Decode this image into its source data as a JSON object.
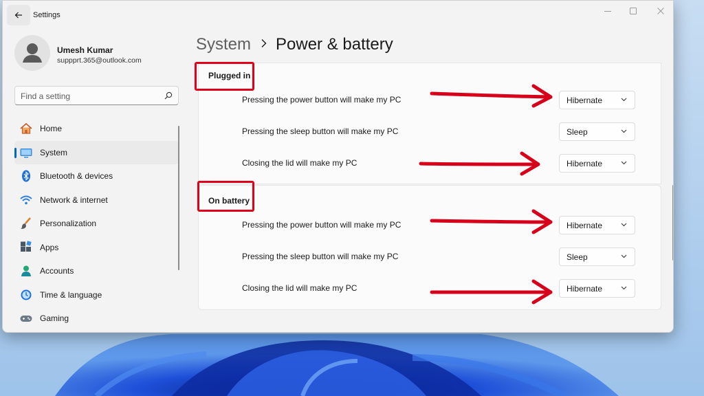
{
  "window": {
    "title": "Settings"
  },
  "user": {
    "name": "Umesh Kumar",
    "email": "suppprt.365@outlook.com"
  },
  "search": {
    "placeholder": "Find a setting"
  },
  "nav": {
    "items": [
      {
        "label": "Home",
        "icon": "home-icon",
        "active": false
      },
      {
        "label": "System",
        "icon": "system-icon",
        "active": true
      },
      {
        "label": "Bluetooth & devices",
        "icon": "bluetooth-icon",
        "active": false
      },
      {
        "label": "Network & internet",
        "icon": "network-icon",
        "active": false
      },
      {
        "label": "Personalization",
        "icon": "brush-icon",
        "active": false
      },
      {
        "label": "Apps",
        "icon": "apps-icon",
        "active": false
      },
      {
        "label": "Accounts",
        "icon": "accounts-icon",
        "active": false
      },
      {
        "label": "Time & language",
        "icon": "time-language-icon",
        "active": false
      },
      {
        "label": "Gaming",
        "icon": "gaming-icon",
        "active": false
      }
    ]
  },
  "breadcrumb": {
    "parent": "System",
    "current": "Power & battery"
  },
  "plugged_in": {
    "title": "Plugged in",
    "rows": [
      {
        "label": "Pressing the power button will make my PC",
        "value": "Hibernate"
      },
      {
        "label": "Pressing the sleep button will make my PC",
        "value": "Sleep"
      },
      {
        "label": "Closing the lid will make my PC",
        "value": "Hibernate"
      }
    ]
  },
  "on_battery": {
    "title": "On battery",
    "rows": [
      {
        "label": "Pressing the power button will make my PC",
        "value": "Hibernate"
      },
      {
        "label": "Pressing the sleep button will make my PC",
        "value": "Sleep"
      },
      {
        "label": "Closing the lid will make my PC",
        "value": "Hibernate"
      }
    ]
  },
  "colors": {
    "accent": "#0067c0",
    "annotation": "#e0001b"
  }
}
